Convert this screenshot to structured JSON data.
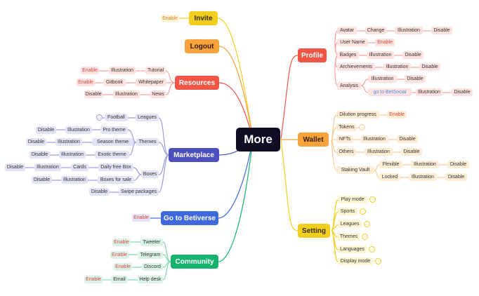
{
  "root": "More",
  "texts": {
    "enable": "Enable",
    "disable": "Disable",
    "illustration": "Illustration"
  },
  "colors": {
    "invite": "#f2ce1f",
    "logout": "#f7a23a",
    "resources": "#f05545",
    "marketplace": "#4d4fbd",
    "betiverse": "#3f68dc",
    "community": "#15b36c",
    "profile": "#f05545",
    "wallet": "#f7a23a",
    "setting": "#f2ce1f"
  },
  "branches": {
    "invite": {
      "label": "Invite"
    },
    "logout": {
      "label": "Logout"
    },
    "resources": {
      "label": "Resources",
      "items": {
        "tutorial": "Tutorial",
        "whitepaper": "Whitepaper",
        "gitbook": "Gitbook",
        "news": "News"
      }
    },
    "marketplace": {
      "label": "Marketplace",
      "items": {
        "leagues": "Leagues",
        "football": "Football",
        "themes": "Themes",
        "pro_theme": "Pro theme",
        "season_theme": "Season theme",
        "exotic_theme": "Exotic theme",
        "boxes": "Boxes",
        "daily_free_box": "Daily free Box",
        "cards": "Cards",
        "boxes_for_sale": "Boxes for sale",
        "swipe_packages": "Swipe packages"
      }
    },
    "betiverse": {
      "label": "Go to Betiverse"
    },
    "community": {
      "label": "Community",
      "items": {
        "tweeter": "Tweeter",
        "telegram": "Telegram",
        "discord": "Discord",
        "help_desk": "Help desk",
        "email": "Email"
      }
    },
    "profile": {
      "label": "Profile",
      "items": {
        "avatar": "Avatar",
        "change": "Change",
        "user_name": "User Name",
        "badges": "Badges",
        "achievements": "Archievements",
        "analysis": "Analysis",
        "go_to_betsocial": "go to BetSocial"
      }
    },
    "wallet": {
      "label": "Wallet",
      "items": {
        "dilution_progress": "Dilution progress",
        "tokens": "Tokens",
        "nfts": "NFTs",
        "others": "Others",
        "staking_vault": "Staking Vault",
        "flexible": "Flexible",
        "locked": "Locked"
      }
    },
    "setting": {
      "label": "Setting",
      "items": {
        "play_mode": "Play mode",
        "sports": "Sports",
        "leagues": "Leagues",
        "themes": "Themes",
        "languages": "Languages",
        "display_mode": "Display mode"
      }
    }
  }
}
